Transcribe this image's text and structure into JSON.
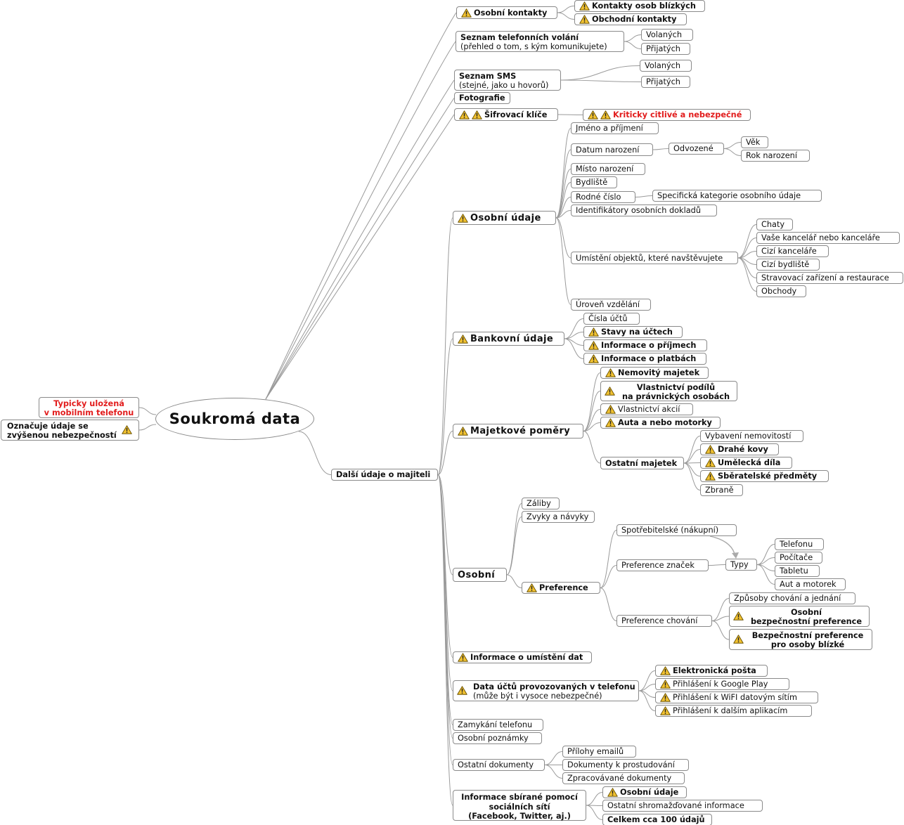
{
  "root": "Soukromá data",
  "legend": {
    "stored": [
      "Typicky uložená",
      "v mobilním telefonu"
    ],
    "danger": [
      "Označuje údaje se",
      "zvýšenou nebezpečností"
    ]
  },
  "colors": {
    "warning_fill": "#f2c230",
    "warning_stroke": "#6b5200",
    "red_text": "#e21d1d",
    "border": "#8a8a8a",
    "line": "#9a9a9a"
  },
  "nodes": {
    "osobni_kontakty": "Osobní kontakty",
    "kontakty_blizkych": "Kontakty osob blízkých",
    "obchodni_kontakty": "Obchodní kontakty",
    "seznam_volani": [
      "Seznam telefonních volání",
      "(přehled o tom, s kým komunikujete)"
    ],
    "volanych_1": "Volaných",
    "prijatych_1": "Přijatých",
    "seznam_sms": [
      "Seznam SMS",
      "(stejné, jako u hovorů)"
    ],
    "volanych_2": "Volaných",
    "prijatych_2": "Přijatých",
    "fotografie": "Fotografie",
    "sifrovaci_klice": "Šifrovací klíče",
    "kriticky": "Kriticky citlivé a nebezpečné",
    "osobni_udaje": "Osobní údaje",
    "jmeno": "Jméno a příjmení",
    "datum_narozeni": "Datum narození",
    "odvozene": "Odvozené",
    "vek": "Věk",
    "rok_narozeni": "Rok narození",
    "misto_narozeni": "Místo narození",
    "bydliste": "Bydliště",
    "rodne_cislo": "Rodné číslo",
    "specificka": "Specifická kategorie osobního údaje",
    "identifikatory": "Identifikátory osobních dokladů",
    "umisteni_objektu": "Umístění objektů, které navštěvujete",
    "chaty": "Chaty",
    "vase_kancelar": "Vaše kancelář nebo kanceláře",
    "cizi_kancelare": "Cizí kanceláře",
    "cizi_bydliste": "Cizí bydliště",
    "stravovaci": "Stravovací zařízení a restaurace",
    "obchody": "Obchody",
    "uroven_vzdelani": "Úroveň vzdělání",
    "bankovni_udaje": "Bankovní údaje",
    "cisla_uctu": "Čísla účtů",
    "stavy_na_uctech": "Stavy na účtech",
    "info_prijmech": "Informace o příjmech",
    "info_platbach": "Informace o platbách",
    "dalsi_udaje": "Další údaje o majiteli",
    "majetkove_pomery": "Majetkové poměry",
    "nemovity": "Nemovitý majetek",
    "vlastnictvi_podilu": [
      "Vlastnictví podílů",
      "na právnických osobách"
    ],
    "vlastnictvi_akcii": "Vlastnictví akcií",
    "auta": "Auta a nebo motorky",
    "ostatni_majetek": "Ostatní majetek",
    "vybaveni": "Vybavení nemovitostí",
    "drahe_kovy": "Drahé kovy",
    "umelecka_dila": "Umělecká díla",
    "sberatelske": "Sběratelské předměty",
    "zbrane": "Zbraně",
    "osobni": "Osobní",
    "zaliby": "Záliby",
    "zvyky": "Zvyky a návyky",
    "preference": "Preference",
    "spotrebitelske": "Spotřebitelské (nákupní)",
    "preference_znacek": "Preference značek",
    "typy": "Typy",
    "telefonu": "Telefonu",
    "pocitace": "Počítače",
    "tabletu": "Tabletu",
    "aut_motorek": "Aut a motorek",
    "preference_chovani": "Preference chování",
    "zpusoby_chovani": "Způsoby chování a jednání",
    "osobni_bezp": [
      "Osobní",
      "bezpečnostní preference"
    ],
    "bezp_blizke": [
      "Bezpečnostní preference",
      "pro osoby blízké"
    ],
    "info_umisteni_dat": "Informace o umístění dat",
    "data_uctu": [
      "Data účtů provozovaných v telefonu",
      "(může být i vysoce nebezpečné)"
    ],
    "email": "Elektronická pošta",
    "google_play": "Přihlášení k Google Play",
    "wifi": "Přihlášení k WiFI datovým sítím",
    "dalsi_aplikace": "Přihlášení k dalším aplikacím",
    "zamykani": "Zamykání telefonu",
    "poznamky": "Osobní poznámky",
    "ostatni_dokumenty": "Ostatní dokumenty",
    "prilohy": "Přílohy emailů",
    "k_prostudovani": "Dokumenty k prostudování",
    "zpracovavane": "Zpracovávané dokumenty",
    "soc_site": [
      "Informace sbírané pomocí",
      "sociálních sítí",
      "(Facebook, Twitter, aj.)"
    ],
    "soc_osobni_udaje": "Osobní údaje",
    "shromazdovane": "Ostatní shromažďované informace",
    "celkem": "Celkem cca 100 údajů"
  }
}
